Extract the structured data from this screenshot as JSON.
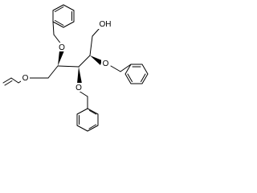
{
  "structure": {
    "atom_labels": {
      "hydroxyl": "OH",
      "ether_oxygen_top": "O",
      "ether_oxygen_allyl": "O",
      "ether_oxygen_middle": "O",
      "ether_oxygen_right": "O"
    },
    "colors": {
      "bond": "#000000",
      "background": "#ffffff"
    }
  }
}
